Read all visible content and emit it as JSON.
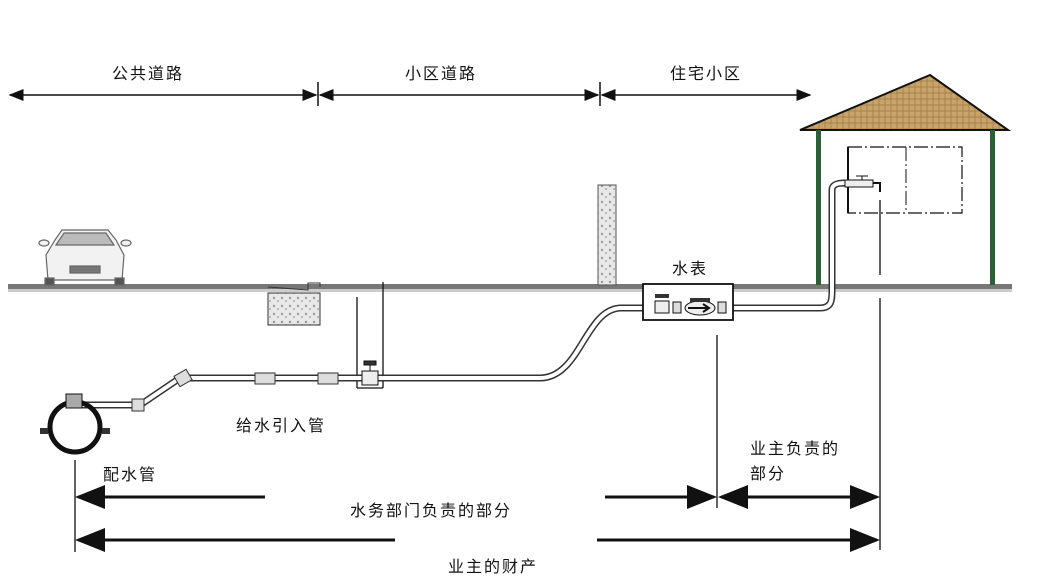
{
  "zones": {
    "public_road": "公共道路",
    "community_road": "小区道路",
    "residential_area": "住宅小区"
  },
  "labels": {
    "water_meter": "水表",
    "service_pipe": "给水引入管",
    "distribution_pipe": "配水管",
    "owner_responsible_line1": "业主负责的",
    "owner_responsible_line2": "部分",
    "utility_responsible": "水务部门负责的部分",
    "owner_property": "业主的财产"
  },
  "colors": {
    "ground": "#777777",
    "roof": "#c8a46a",
    "house_post": "#2e5e36",
    "line": "#111111"
  }
}
